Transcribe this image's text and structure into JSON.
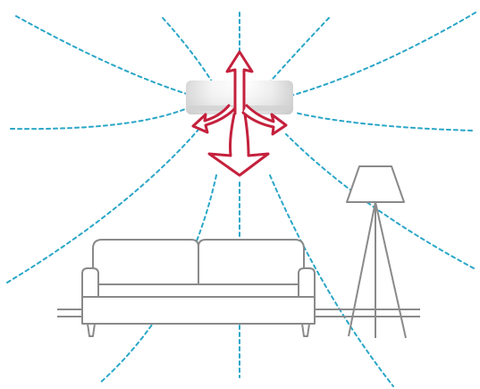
{
  "illustration": {
    "subject": "wall-mounted-air-conditioner-airflow",
    "colors": {
      "airflow": "#2aa6c8",
      "arrow": "#c4213d",
      "furniture": "#8a8a8a",
      "unit_light": "#f4f4f4",
      "unit_mid": "#d9d9d9",
      "background": "#ffffff"
    },
    "icons": {
      "ac_unit": "air-conditioner-icon",
      "arrows": "four-way-airflow-arrow-icon",
      "sofa": "sofa-icon",
      "lamp": "floor-lamp-icon"
    },
    "airflow_directions": [
      "up",
      "down",
      "left",
      "right"
    ],
    "airflow_line_style": "dotted"
  }
}
